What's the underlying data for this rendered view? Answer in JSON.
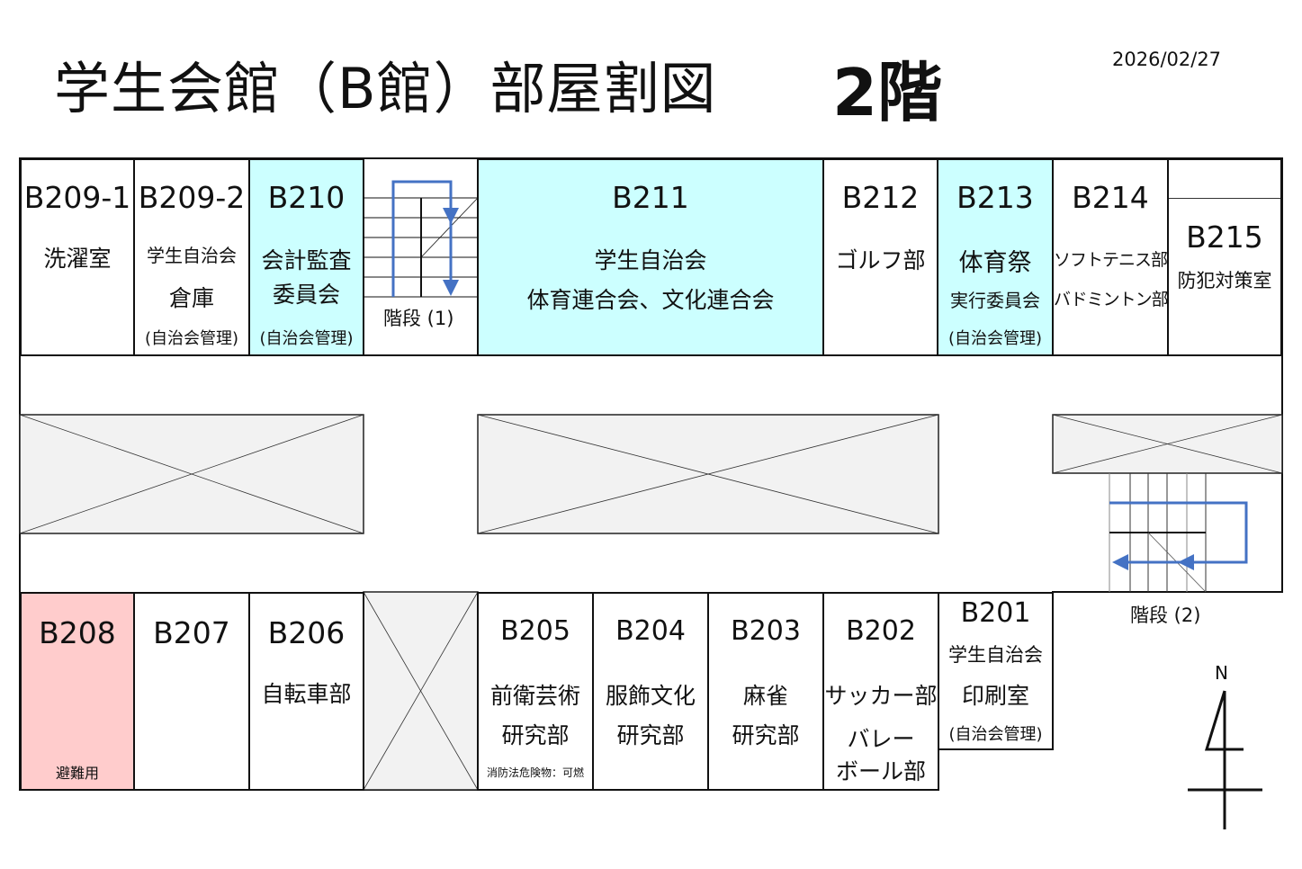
{
  "header": {
    "title": "学生会館（B館）部屋割図",
    "floor": "2階",
    "date": "2026/02/27"
  },
  "colors": {
    "highlight_blue": "#ccffff",
    "highlight_red": "#ffcccc",
    "void": "#f2f2f2",
    "arrow": "#4472c4"
  },
  "top_rooms": [
    {
      "num": "B209-1",
      "name": "洗濯室"
    },
    {
      "num": "B209-2",
      "name": "学生自治会",
      "name2": "倉庫",
      "note": "(自治会管理)"
    },
    {
      "num": "B210",
      "name": "会計監査",
      "name2": "委員会",
      "note": "(自治会管理)"
    },
    {
      "num": "B211",
      "name": "学生自治会",
      "name2": "体育連合会、文化連合会"
    },
    {
      "num": "B212",
      "name": "ゴルフ部"
    },
    {
      "num": "B213",
      "name": "体育祭",
      "name2": "実行委員会",
      "note": "(自治会管理)"
    },
    {
      "num": "B214",
      "name": "ソフトテニス部",
      "name2": "バドミントン部"
    },
    {
      "num": "B215",
      "name": "防犯対策室"
    }
  ],
  "bottom_rooms": [
    {
      "num": "B208",
      "note": "避難用"
    },
    {
      "num": "B207"
    },
    {
      "num": "B206",
      "name": "自転車部"
    },
    {
      "num": "B205",
      "name": "前衛芸術",
      "name2": "研究部",
      "note": "消防法危険物：可燃"
    },
    {
      "num": "B204",
      "name": "服飾文化",
      "name2": "研究部"
    },
    {
      "num": "B203",
      "name": "麻雀",
      "name2": "研究部"
    },
    {
      "num": "B202",
      "name": "サッカー部",
      "name2": "バレー",
      "name3": "ボール部"
    },
    {
      "num": "B201",
      "name": "学生自治会",
      "name2": "印刷室",
      "note": "(自治会管理)"
    }
  ],
  "stairs": [
    {
      "label": "階段 (1)"
    },
    {
      "label": "階段 (2)"
    }
  ],
  "compass": {
    "label": "N"
  }
}
